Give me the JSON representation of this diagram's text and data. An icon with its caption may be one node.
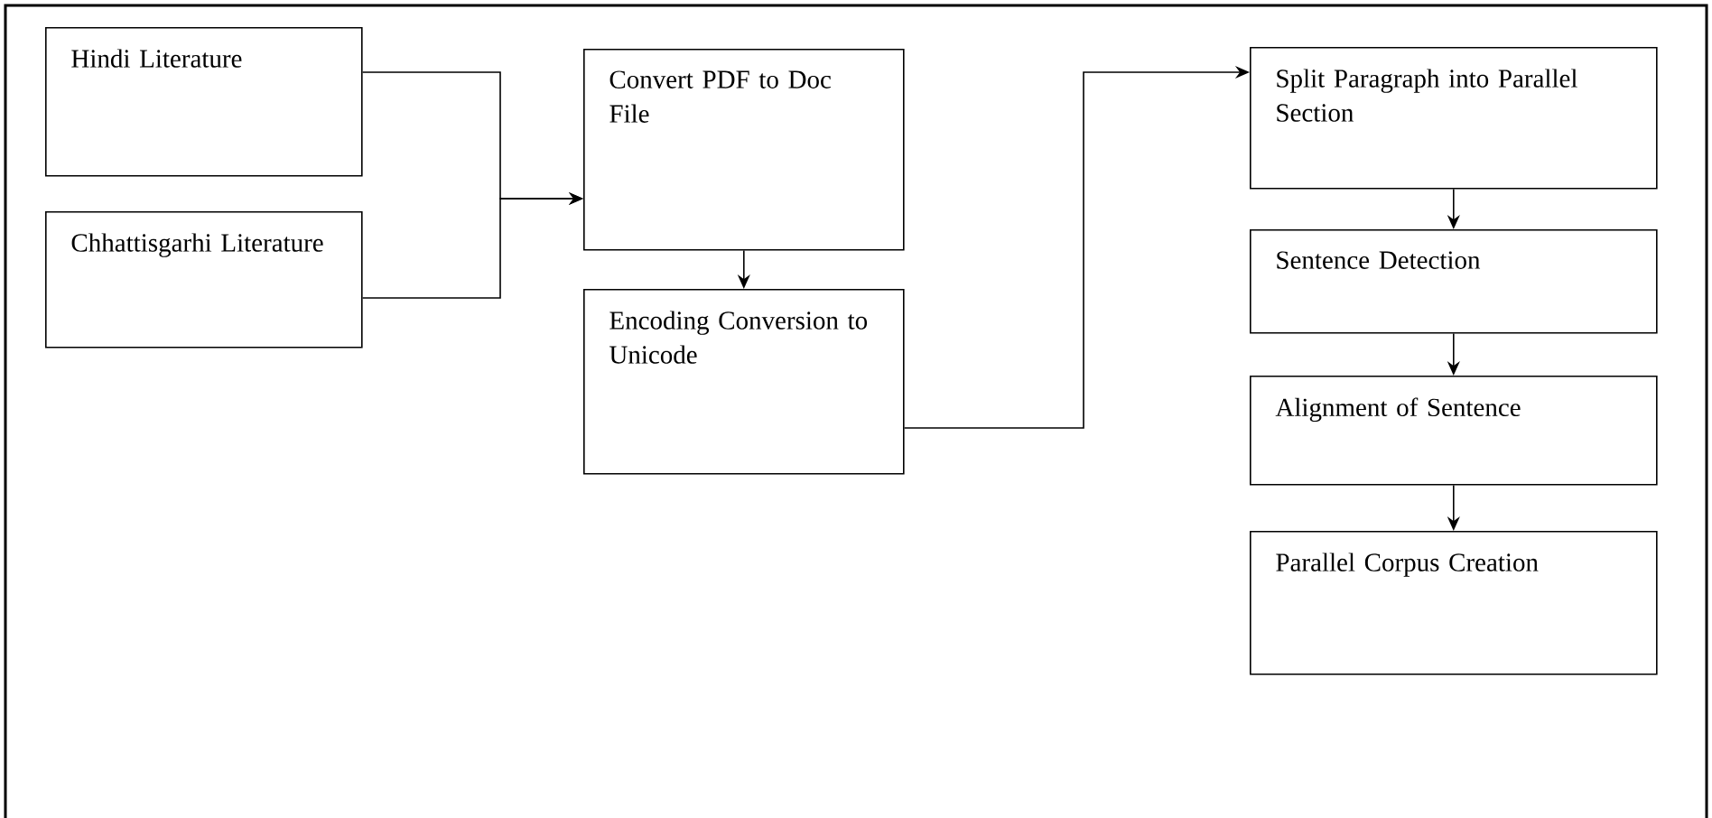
{
  "diagram": {
    "nodes": [
      {
        "text": [
          "Hindi Literature"
        ]
      },
      {
        "text": [
          "Chhattisgarhi Literature"
        ]
      },
      {
        "text": [
          "Convert PDF to Doc File"
        ]
      },
      {
        "text": [
          "Encoding Conversion to Unicode"
        ]
      },
      {
        "text": [
          "Split Paragraph into Parallel Section"
        ]
      },
      {
        "text": [
          "Sentence Detection"
        ]
      },
      {
        "text": [
          "Alignment of Sentence"
        ]
      },
      {
        "text": [
          "Parallel Corpus Creation"
        ]
      }
    ],
    "edges": [
      {
        "from": 0,
        "to": 2,
        "arrow": "to"
      },
      {
        "from": 1,
        "to": 2,
        "arrow": "to"
      },
      {
        "from": 2,
        "to": 3,
        "arrow": "to"
      },
      {
        "from": 3,
        "to": 4,
        "arrow": "to"
      },
      {
        "from": 4,
        "to": 5,
        "arrow": "to"
      },
      {
        "from": 5,
        "to": 6,
        "arrow": "to"
      },
      {
        "from": 6,
        "to": 7,
        "arrow": "to"
      }
    ]
  }
}
